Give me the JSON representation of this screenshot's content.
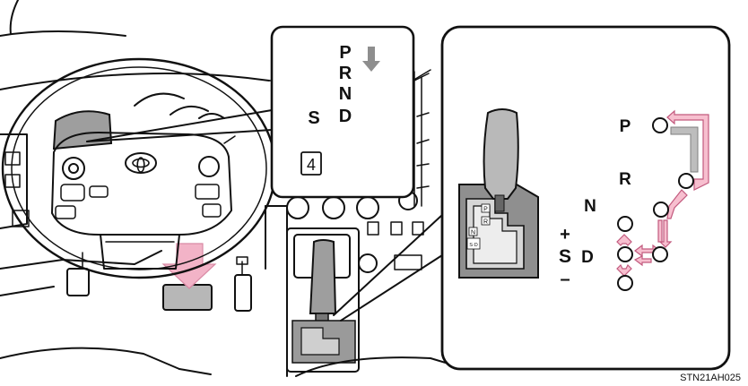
{
  "indicator": {
    "p": "P",
    "r": "R",
    "n": "N",
    "d": "D",
    "s": "S",
    "gear": "4",
    "arrow_icon": "down-arrow-icon"
  },
  "gate": {
    "p": "P",
    "r": "R",
    "n": "N",
    "d": "D",
    "s": "S",
    "plus": "+",
    "minus": "–"
  },
  "knob_plate": {
    "p": "P",
    "r": "R",
    "n": "N",
    "sd": "S·D"
  },
  "figure_code": "STN21AH025",
  "colors": {
    "highlight_pink": "#f2b3c7",
    "arrow_pink": "#f7bfcf",
    "knob_gray": "#b9b9b9",
    "dashboard_gray": "#9e9e9e"
  }
}
